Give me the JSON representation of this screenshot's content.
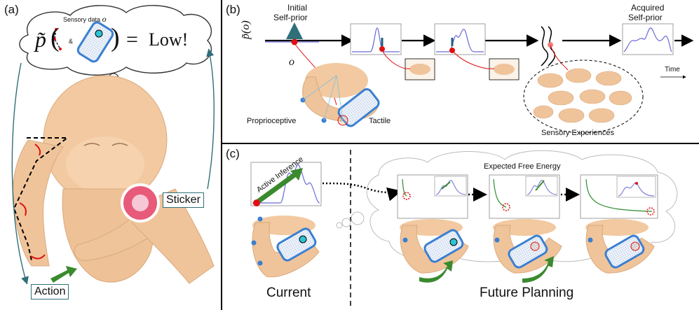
{
  "panel_a": {
    "label": "(a)",
    "thought": {
      "sensory_label": "Sensory data",
      "o": "o",
      "p_tilde": "p̃",
      "open": "(",
      "amp": "&",
      "close": ")",
      "equals": "=",
      "value": "Low!"
    },
    "sticker_label": "Sticker",
    "action_label": "Action"
  },
  "panel_b": {
    "label": "(b)",
    "initial_title_1": "Initial",
    "initial_title_2": "Self-prior",
    "acquired_title_1": "Acquired",
    "acquired_title_2": "Self-prior",
    "y_label": "p̃(o)",
    "o_label": "o",
    "time_label": "Time",
    "proprioceptive_label": "Proprioceptive",
    "tactile_label": "Tactile",
    "experiences_label": "Sensory Experiences"
  },
  "panel_c": {
    "label": "(c)",
    "active_inference_label": "Active Inference",
    "efe_label": "Expected Free Energy",
    "current_label": "Current",
    "future_label": "Future Planning"
  },
  "colors": {
    "curve": "#6a6ad8",
    "efe_curve": "#2e8b2e",
    "red": "#e01010",
    "teal_arrow": "#1f5f7a",
    "green_arrow": "#3a8a2e",
    "patch_blue": "#3a7fd0",
    "skin": "#f2c9a0",
    "thought_line": "#333333",
    "cycle_arrow": "#2f6f7a"
  }
}
